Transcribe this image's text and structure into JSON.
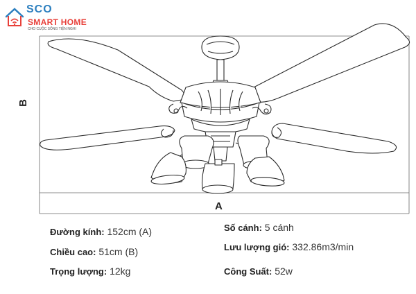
{
  "brand": {
    "line1": "SCO",
    "line2": "SMART HOME",
    "tagline": "CHO CUỘC SỐNG TIỆN NGHI",
    "colors": {
      "blue": "#2c7fbf",
      "red": "#e8403a"
    }
  },
  "diagram": {
    "width_label": "A",
    "height_label": "B"
  },
  "specs": {
    "left": [
      {
        "label": "Đường kính:",
        "value": "152cm (A)"
      },
      {
        "label": "Chiều cao:",
        "value": " 51cm (B)"
      },
      {
        "label": "Trọng lượng:",
        "value": "12kg"
      }
    ],
    "right": [
      {
        "label": "Số cánh:",
        "value": "5 cánh"
      },
      {
        "label": "Lưu lượng gió:",
        "value": "332.86m3/min"
      },
      {
        "label": "Công Suất:",
        "value": "52w"
      }
    ]
  }
}
